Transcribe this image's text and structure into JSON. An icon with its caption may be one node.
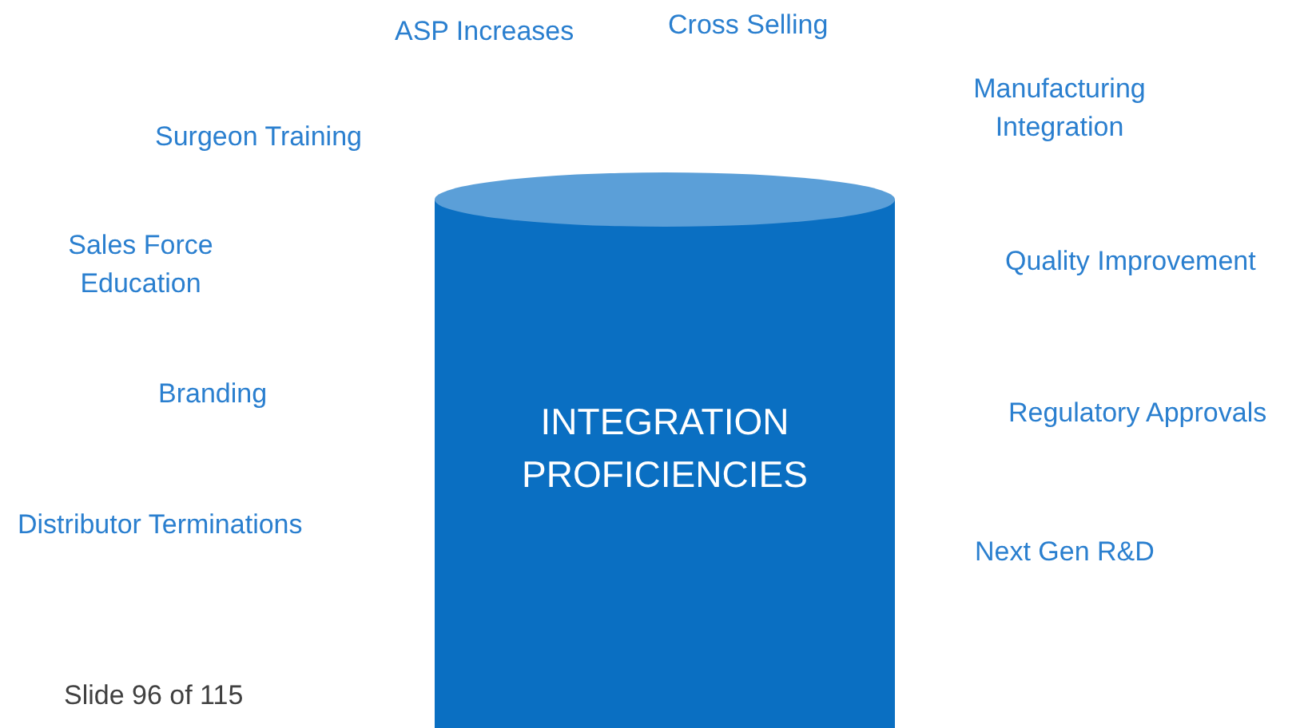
{
  "diagram": {
    "nodes": [
      {
        "text": [
          "INTEGRATION PROFICIENCIES"
        ]
      }
    ],
    "labels": [
      "ASP Increases",
      "Cross Selling",
      "Manufacturing Integration",
      "Surgeon Training",
      "Sales Force Education",
      "Quality Improvement",
      "Branding",
      "Regulatory Approvals",
      "Distributor Terminations",
      "Next Gen R&D",
      "Slide 96 of 115"
    ]
  }
}
